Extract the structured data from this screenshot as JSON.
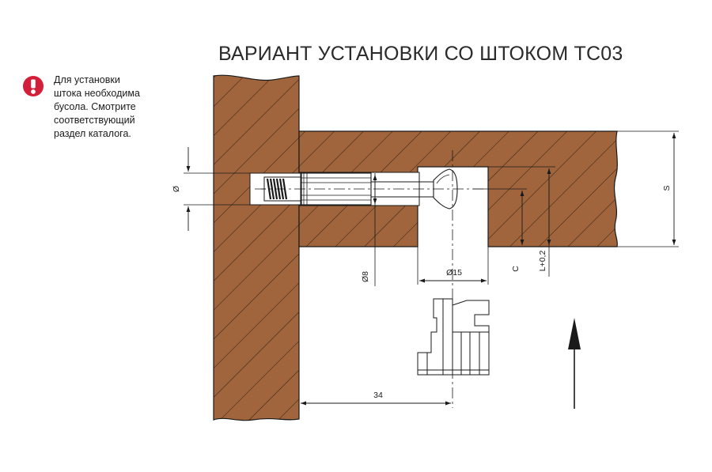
{
  "title": "ВАРИАНТ УСТАНОВКИ СО ШТОКОМ ТС03",
  "note": {
    "icon": "exclamation-icon",
    "icon_color": "#d3203a",
    "lines": [
      "Для установки",
      "штока необходима",
      "бусола. Смотрите",
      "соответствующий",
      "раздел каталога."
    ]
  },
  "wood_color": "#a0653c",
  "dimensions": {
    "diameter": "Ø",
    "rod_diameter": "Ø8",
    "housing_diameter": "Ø15",
    "c": "C",
    "l": "L+0,2",
    "s": "S",
    "distance": "34"
  }
}
